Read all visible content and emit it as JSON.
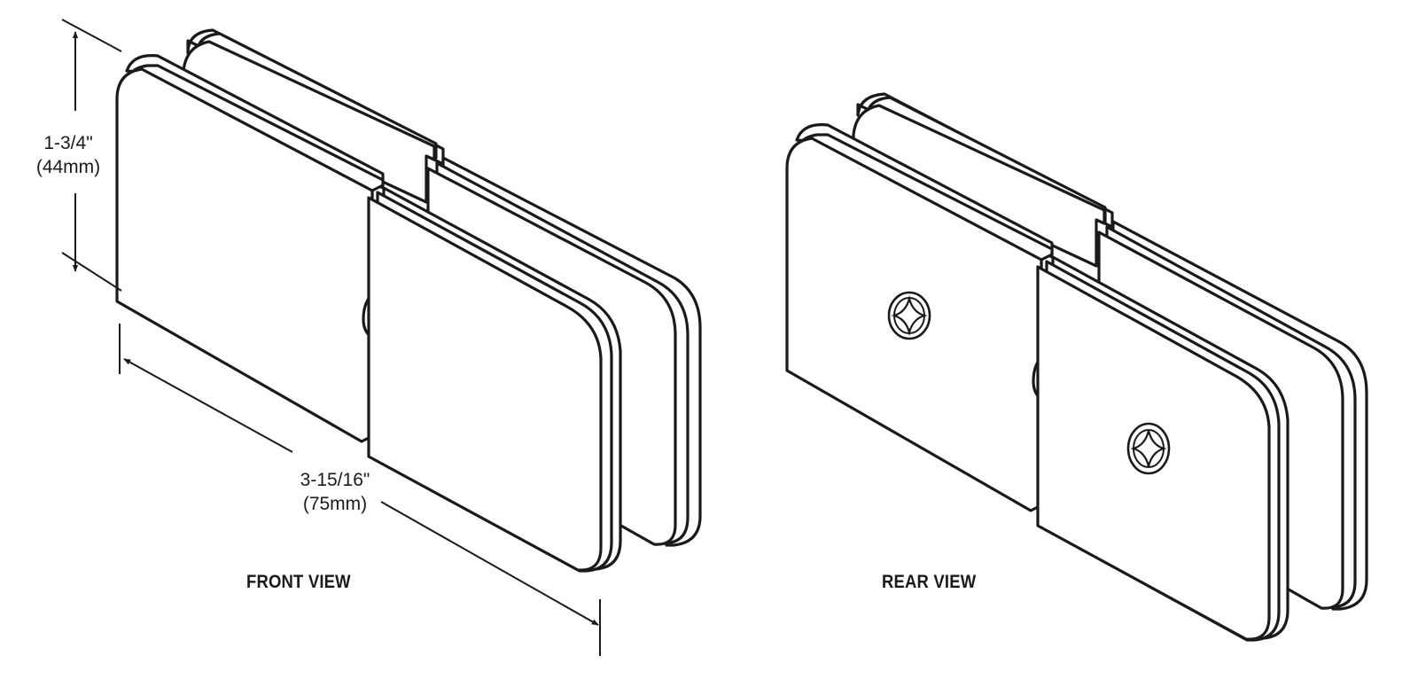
{
  "height_dimension": {
    "imperial": "1-3/4\"",
    "metric": "(44mm)"
  },
  "width_dimension": {
    "imperial": "3-15/16\"",
    "metric": "(75mm)"
  },
  "front_view": {
    "label": "FRONT VIEW"
  },
  "rear_view": {
    "label": "REAR VIEW"
  },
  "colors": {
    "line": "#1a1a1a",
    "background": "#ffffff"
  }
}
